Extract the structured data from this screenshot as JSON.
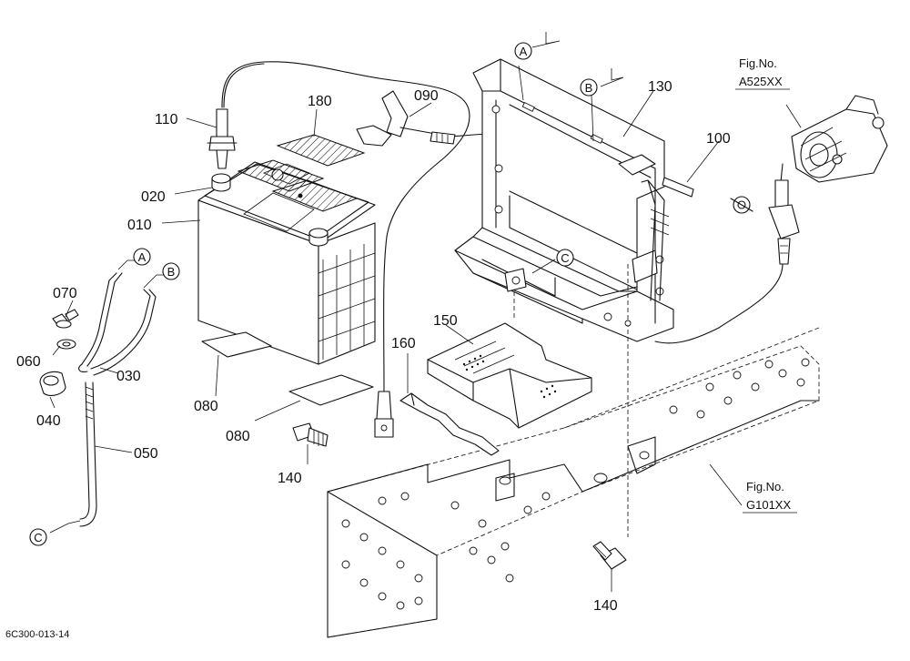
{
  "parts": [
    {
      "id": "p110",
      "number": "110"
    },
    {
      "id": "p180",
      "number": "180"
    },
    {
      "id": "p090",
      "number": "090"
    },
    {
      "id": "p130",
      "number": "130"
    },
    {
      "id": "p100",
      "number": "100"
    },
    {
      "id": "p020",
      "number": "020"
    },
    {
      "id": "p010",
      "number": "010"
    },
    {
      "id": "p070",
      "number": "070"
    },
    {
      "id": "p060",
      "number": "060"
    },
    {
      "id": "p030",
      "number": "030"
    },
    {
      "id": "p040",
      "number": "040"
    },
    {
      "id": "p050",
      "number": "050"
    },
    {
      "id": "p080a",
      "number": "080"
    },
    {
      "id": "p080b",
      "number": "080"
    },
    {
      "id": "p140a",
      "number": "140"
    },
    {
      "id": "p140b",
      "number": "140"
    },
    {
      "id": "p150",
      "number": "150"
    },
    {
      "id": "p160",
      "number": "160"
    }
  ],
  "connectors": {
    "a_top": "A",
    "b_top": "B",
    "c_tray": "C",
    "a_hose": "A",
    "b_hose": "B",
    "c_bottom": "C"
  },
  "figure_refs": {
    "starter": {
      "prefix": "Fig.No.",
      "code": "A525XX"
    },
    "frame": {
      "prefix": "Fig.No.",
      "code": "G101XX"
    }
  },
  "diagram_code": "6C300-013-14"
}
